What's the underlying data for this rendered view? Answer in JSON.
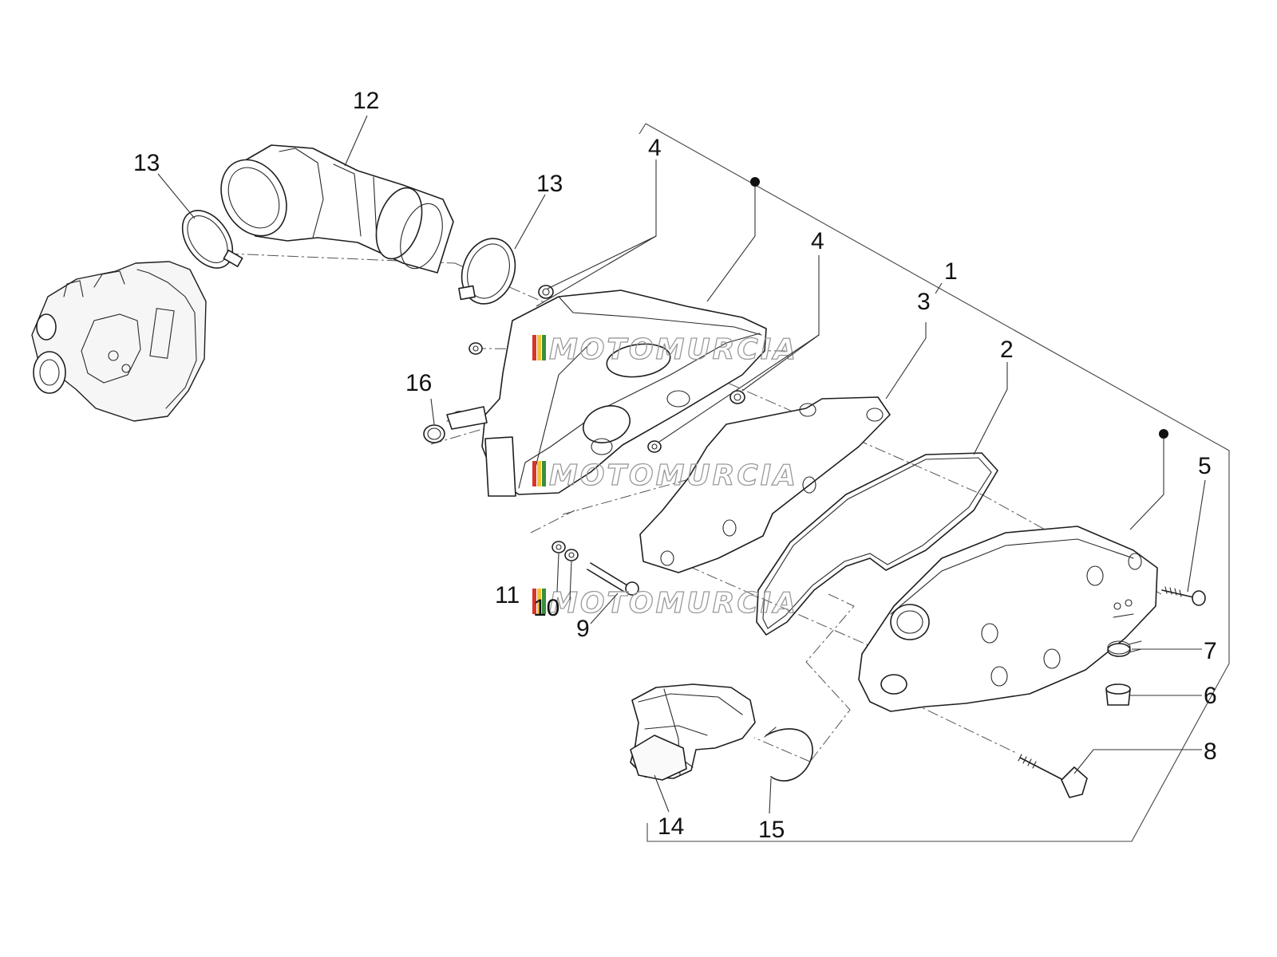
{
  "diagram": {
    "callouts": [
      {
        "id": "c1",
        "label": "1"
      },
      {
        "id": "c2",
        "label": "2"
      },
      {
        "id": "c3",
        "label": "3"
      },
      {
        "id": "c4a",
        "label": "4"
      },
      {
        "id": "c4b",
        "label": "4"
      },
      {
        "id": "c5",
        "label": "5"
      },
      {
        "id": "c6",
        "label": "6"
      },
      {
        "id": "c7",
        "label": "7"
      },
      {
        "id": "c8",
        "label": "8"
      },
      {
        "id": "c9",
        "label": "9"
      },
      {
        "id": "c10",
        "label": "10"
      },
      {
        "id": "c11",
        "label": "11"
      },
      {
        "id": "c12",
        "label": "12"
      },
      {
        "id": "c13a",
        "label": "13"
      },
      {
        "id": "c13b",
        "label": "13"
      },
      {
        "id": "c14",
        "label": "14"
      },
      {
        "id": "c15",
        "label": "15"
      },
      {
        "id": "c16",
        "label": "16"
      }
    ]
  },
  "watermark": {
    "text": "MOTOMURCIA",
    "stripe_colors": [
      "#d9342b",
      "#f2c12e",
      "#3a8f3a"
    ]
  },
  "colors": {
    "line": "#1e1e1e",
    "background": "#ffffff"
  }
}
